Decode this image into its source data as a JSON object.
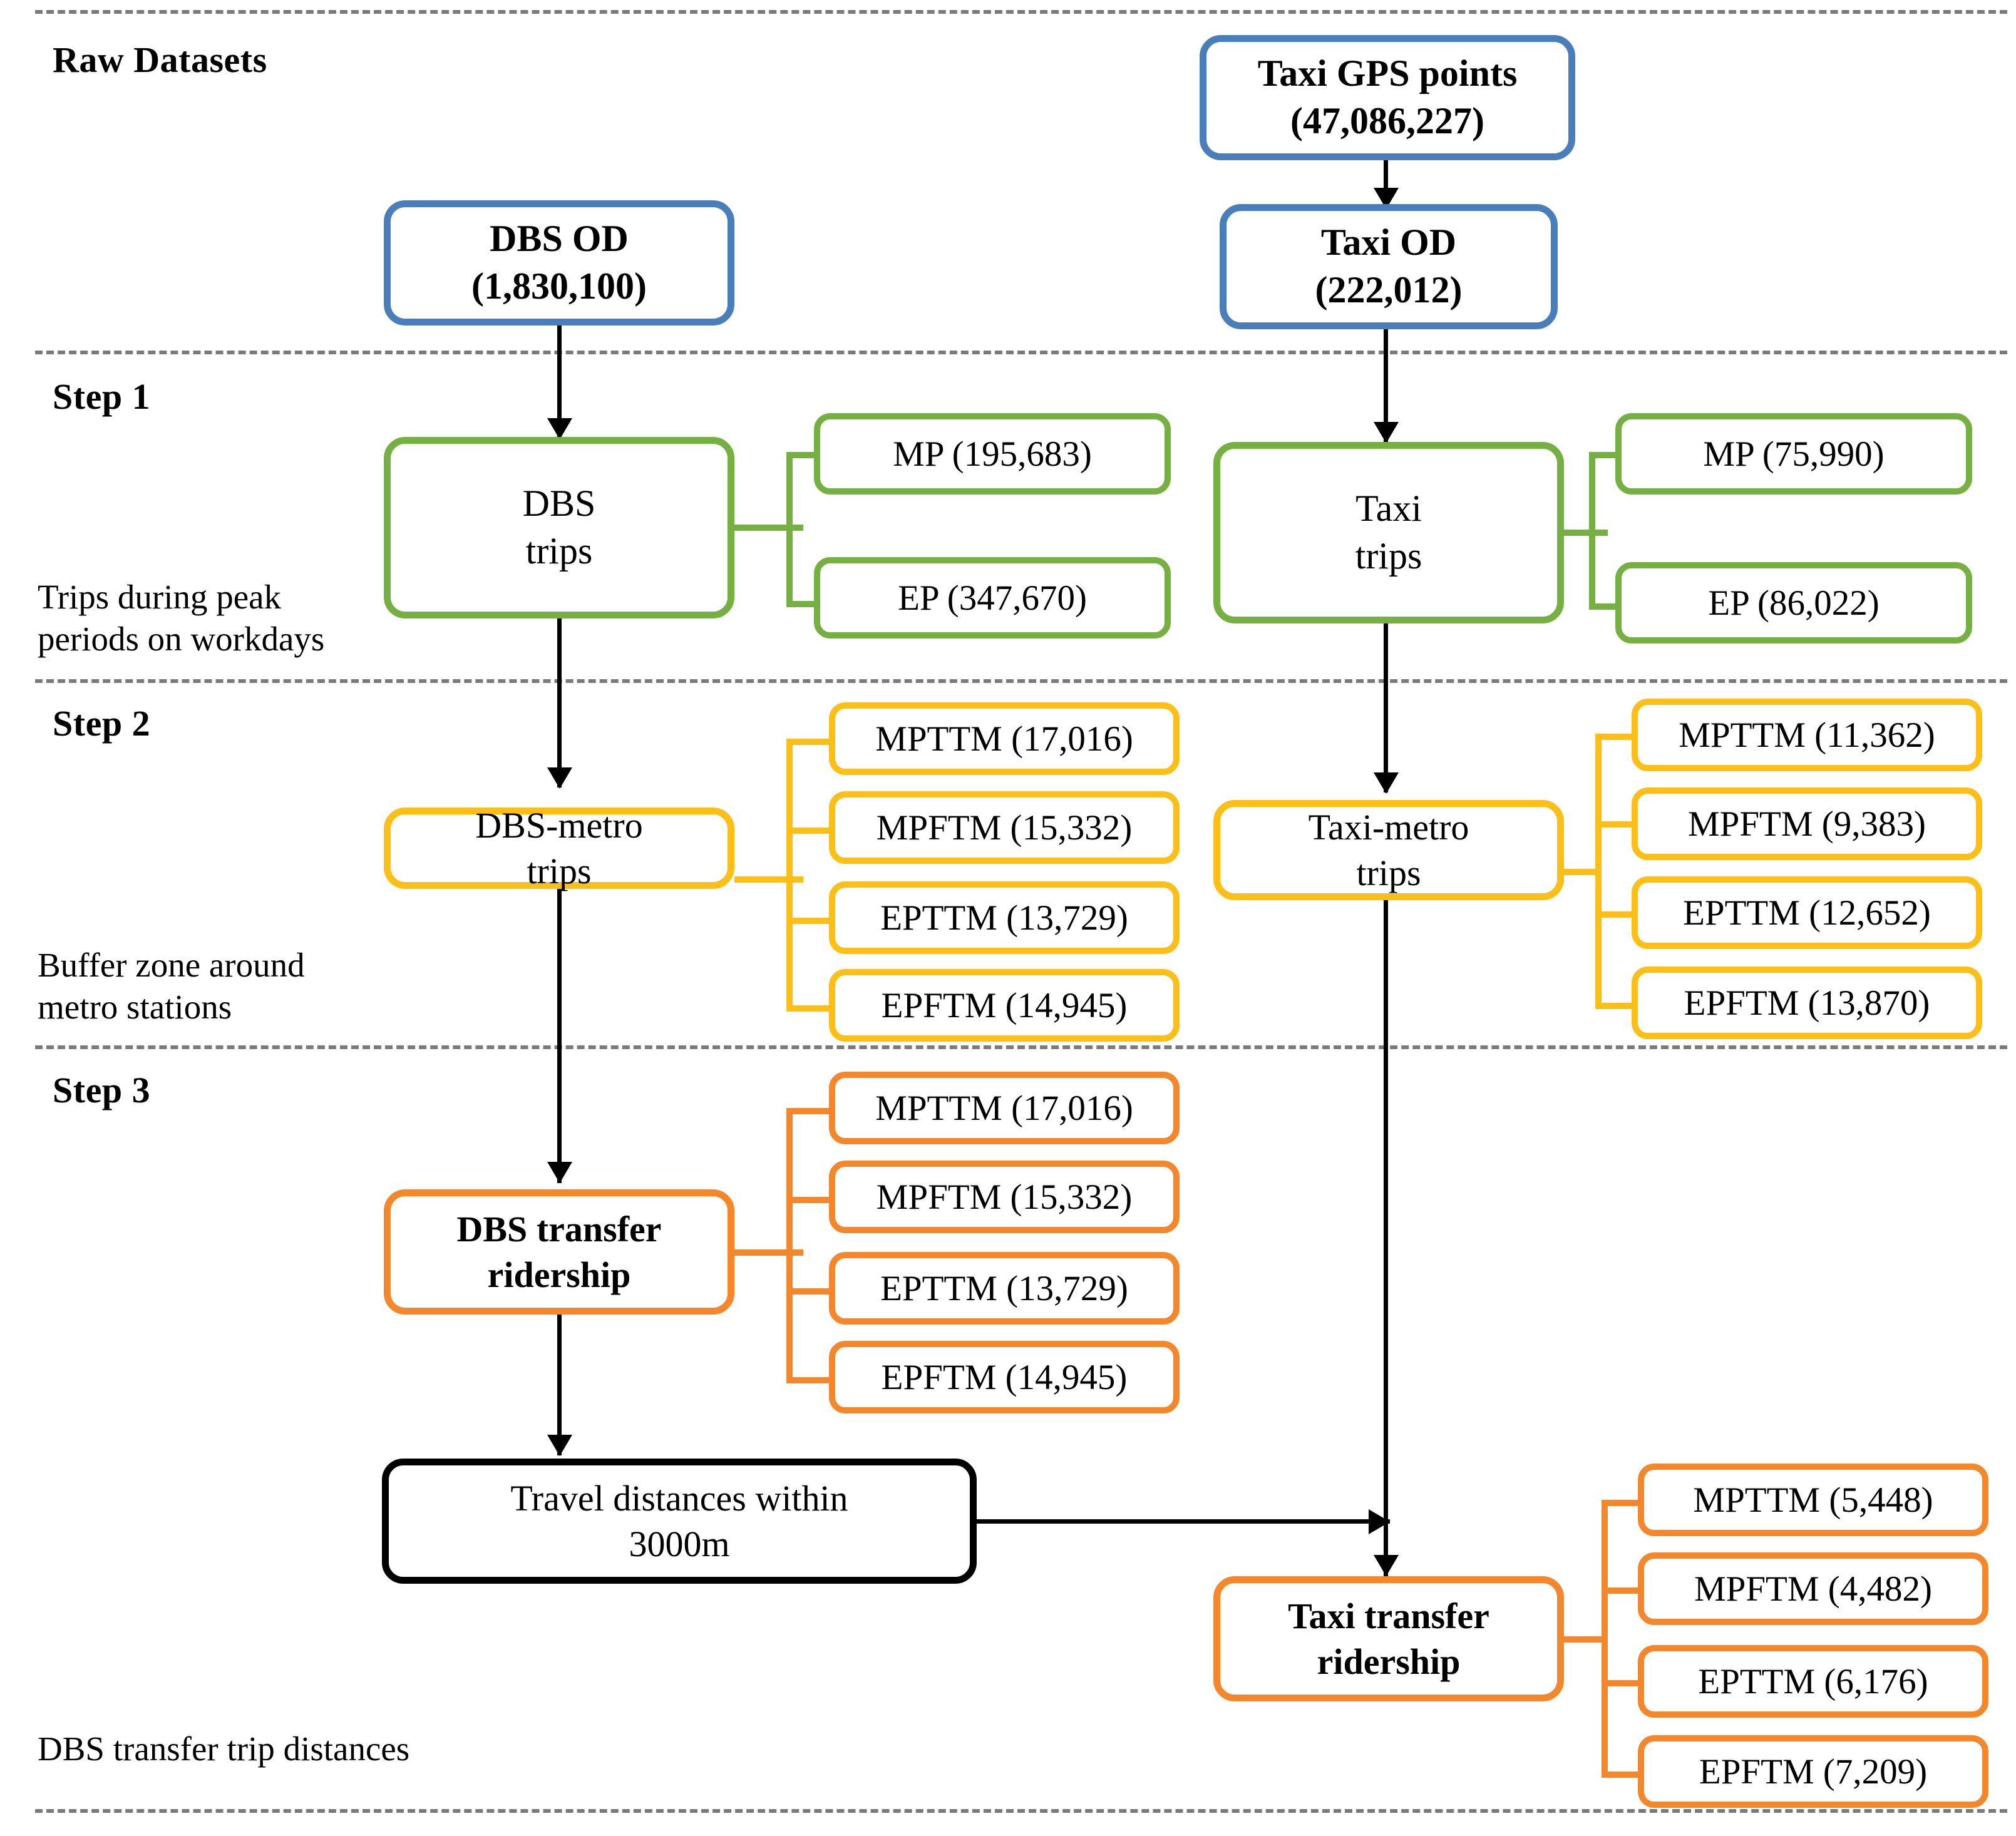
{
  "diagram": {
    "title": "Data processing workflow for DBS and Taxi transfer ridership",
    "colors": {
      "raw": "#4a7ebb",
      "step1": "#76b043",
      "step2": "#fcbf17",
      "step3": "#f4872c",
      "output": "#000000",
      "divider": "#7a7a7a"
    }
  },
  "sections": {
    "raw_label": "Raw Datasets",
    "step1_label": "Step 1",
    "step1_caption_line1": "Trips during peak",
    "step1_caption_line2": "periods on workdays",
    "step2_label": "Step 2",
    "step2_caption_line1": "Buffer zone around",
    "step2_caption_line2": "metro stations",
    "step3_label": "Step 3",
    "bottom_caption": "DBS transfer  trip distances"
  },
  "nodes": {
    "taxi_gps": {
      "line1": "Taxi GPS points",
      "line2": "(47,086,227)"
    },
    "dbs_od": {
      "line1": "DBS OD",
      "line2": "(1,830,100)"
    },
    "taxi_od": {
      "line1": "Taxi OD",
      "line2": "(222,012)"
    },
    "dbs_trips": {
      "line1": "DBS",
      "line2": "trips"
    },
    "taxi_trips": {
      "line1": "Taxi",
      "line2": "trips"
    },
    "dbs_metro_trips": {
      "line1": "DBS-metro",
      "line2": "trips"
    },
    "taxi_metro_trips": {
      "line1": "Taxi-metro",
      "line2": "trips"
    },
    "dbs_transfer": {
      "line1": "DBS transfer",
      "line2": "ridership"
    },
    "taxi_transfer": {
      "line1": "Taxi transfer",
      "line2": "ridership"
    },
    "travel_distance": {
      "line1": "Travel distances within",
      "line2": "3000m"
    }
  },
  "branches": {
    "dbs_trips_leaves": [
      {
        "label": "MP (195,683)"
      },
      {
        "label": "EP (347,670)"
      }
    ],
    "taxi_trips_leaves": [
      {
        "label": "MP (75,990)"
      },
      {
        "label": "EP (86,022)"
      }
    ],
    "dbs_metro_leaves": [
      {
        "label": "MPTTM (17,016)"
      },
      {
        "label": "MPFTM (15,332)"
      },
      {
        "label": "EPTTM (13,729)"
      },
      {
        "label": "EPFTM (14,945)"
      }
    ],
    "taxi_metro_leaves": [
      {
        "label": "MPTTM (11,362)"
      },
      {
        "label": "MPFTM (9,383)"
      },
      {
        "label": "EPTTM (12,652)"
      },
      {
        "label": "EPFTM (13,870)"
      }
    ],
    "dbs_transfer_leaves": [
      {
        "label": "MPTTM (17,016)"
      },
      {
        "label": "MPFTM (15,332)"
      },
      {
        "label": "EPTTM (13,729)"
      },
      {
        "label": "EPFTM (14,945)"
      }
    ],
    "taxi_transfer_leaves": [
      {
        "label": "MPTTM (5,448)"
      },
      {
        "label": "MPFTM (4,482)"
      },
      {
        "label": "EPTTM (6,176)"
      },
      {
        "label": "EPFTM (7,209)"
      }
    ]
  }
}
